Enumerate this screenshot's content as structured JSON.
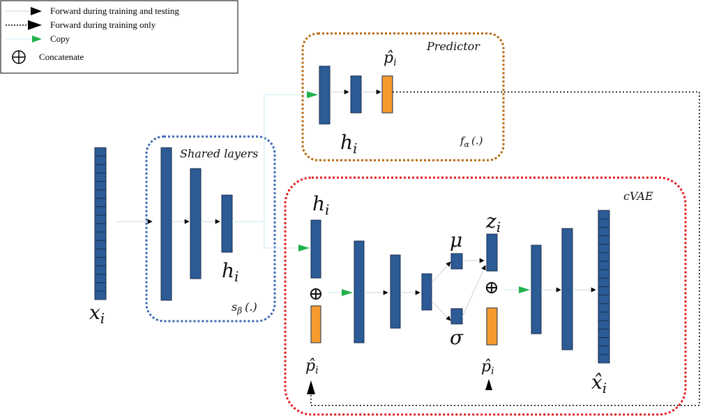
{
  "legend": {
    "items": [
      {
        "label": "Forward during training and testing"
      },
      {
        "label": "Forward during training only"
      },
      {
        "label": "Copy"
      },
      {
        "label": "Concatenate"
      }
    ],
    "concat_symbol": "⊕"
  },
  "blocks": {
    "shared": {
      "title": "Shared layers",
      "func": "s",
      "func_sub": "β",
      "func_arg": "(.)"
    },
    "predictor": {
      "title": "Predictor",
      "func": "f",
      "func_sub": "α",
      "func_arg": "(.)"
    },
    "cvae": {
      "title": "cVAE"
    }
  },
  "labels": {
    "x": "x",
    "x_sub": "i",
    "h": "h",
    "h_sub": "i",
    "p_hat": "p̂",
    "p_sub": "i",
    "z": "z",
    "z_sub": "i",
    "mu": "μ",
    "sigma": "σ",
    "x_hat": "x̂",
    "x_hat_sub": "i",
    "concat": "⊕"
  },
  "colors": {
    "layer": "#2c5b96",
    "layer_border": "#1a2e4d",
    "output": "#f79a2e",
    "shared_border": "#3a67b0",
    "predictor_border": "#b8660f",
    "cvae_border": "#e31b1b",
    "copy_arrow": "#22b14c",
    "connector": "#c8e8f0"
  },
  "icons": [
    "arrow-black-icon",
    "arrow-green-icon",
    "dotted-arrow-icon",
    "concat-icon"
  ]
}
